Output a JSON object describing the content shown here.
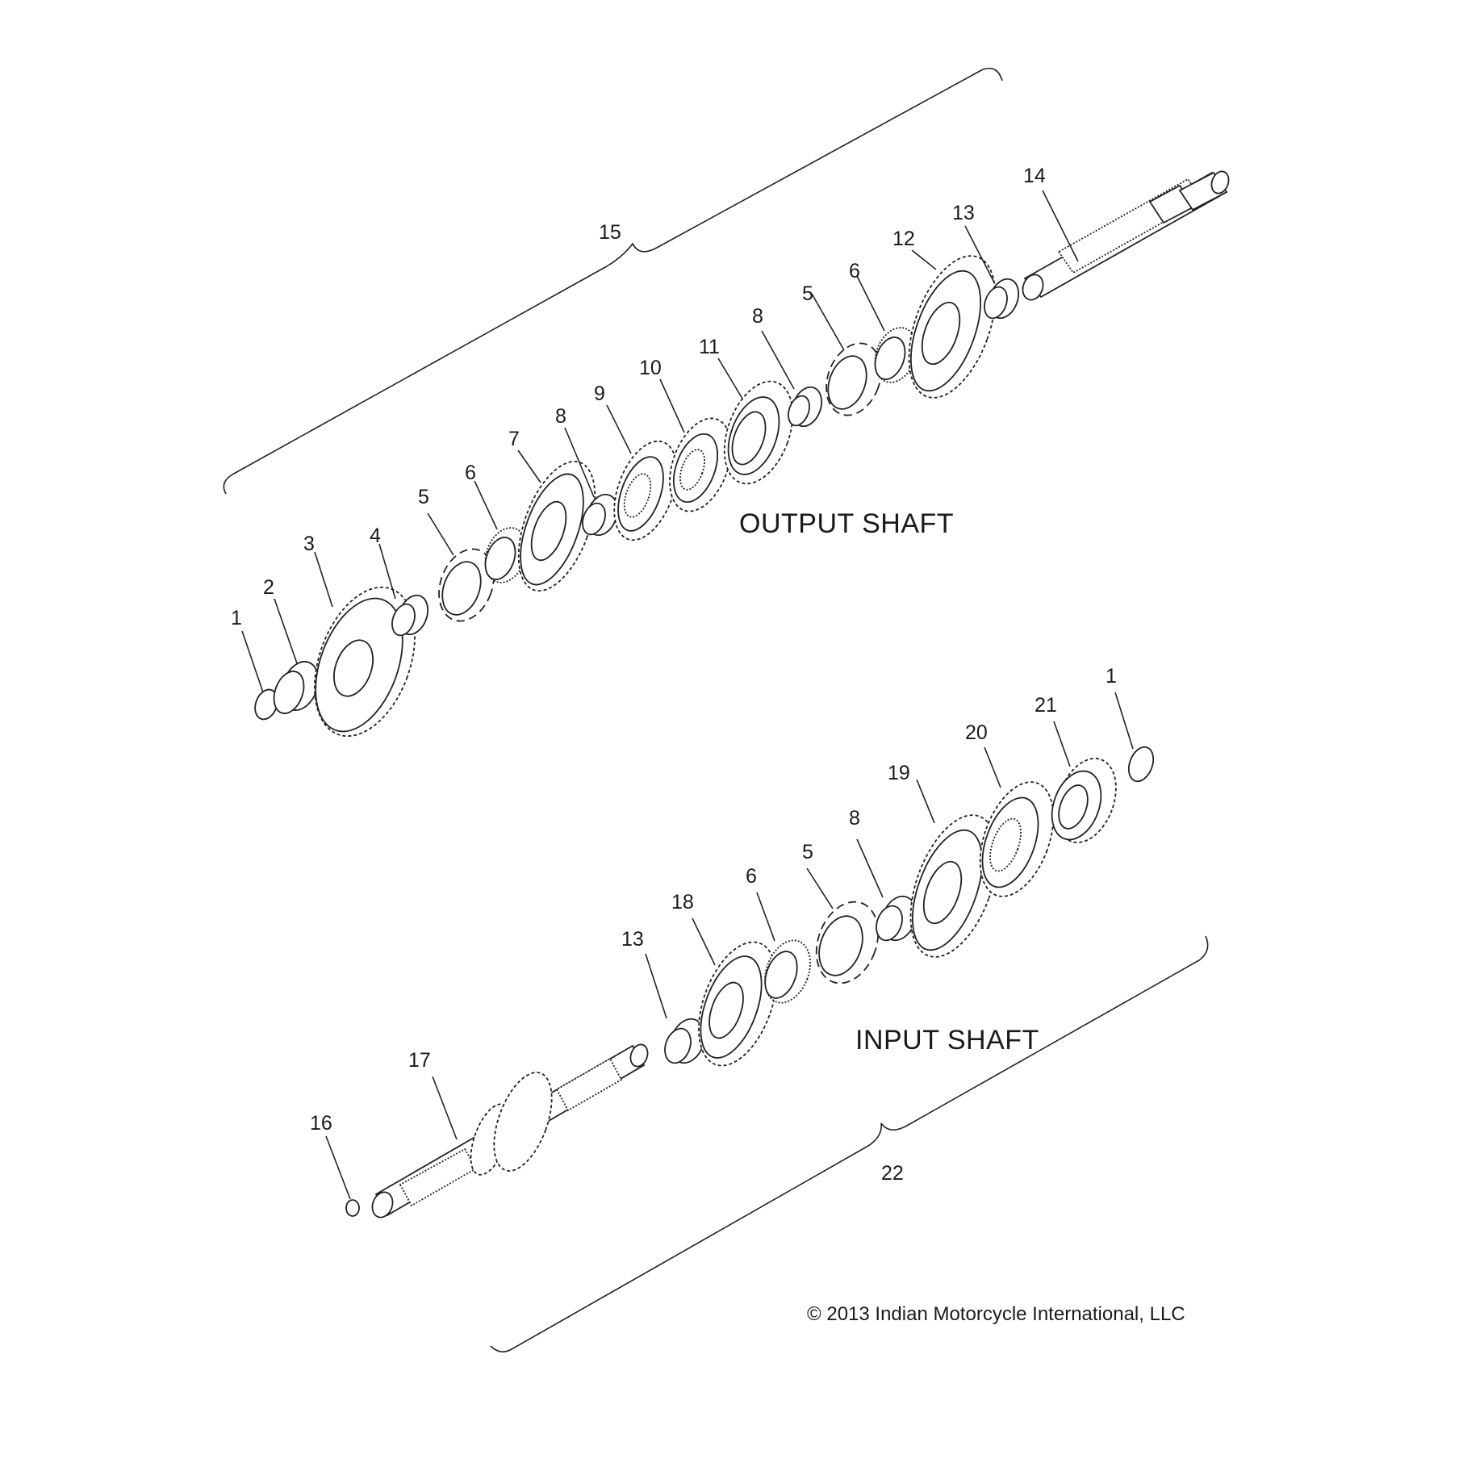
{
  "labels": {
    "output_shaft": "OUTPUT SHAFT",
    "input_shaft": "INPUT SHAFT",
    "copyright": "© 2013 Indian Motorcycle International, LLC"
  },
  "callouts": {
    "c15": "15",
    "c14": "14",
    "c13a": "13",
    "c12": "12",
    "c6a": "6",
    "c5a": "5",
    "c8a": "8",
    "c11": "11",
    "c10": "10",
    "c9": "9",
    "c8b": "8",
    "c7": "7",
    "c6b": "6",
    "c5b": "5",
    "c4": "4",
    "c3": "3",
    "c2": "2",
    "c1a": "1",
    "c1b": "1",
    "c21": "21",
    "c20": "20",
    "c19": "19",
    "c8c": "8",
    "c5c": "5",
    "c6c": "6",
    "c18": "18",
    "c13b": "13",
    "c17": "17",
    "c16": "16",
    "c22": "22"
  }
}
